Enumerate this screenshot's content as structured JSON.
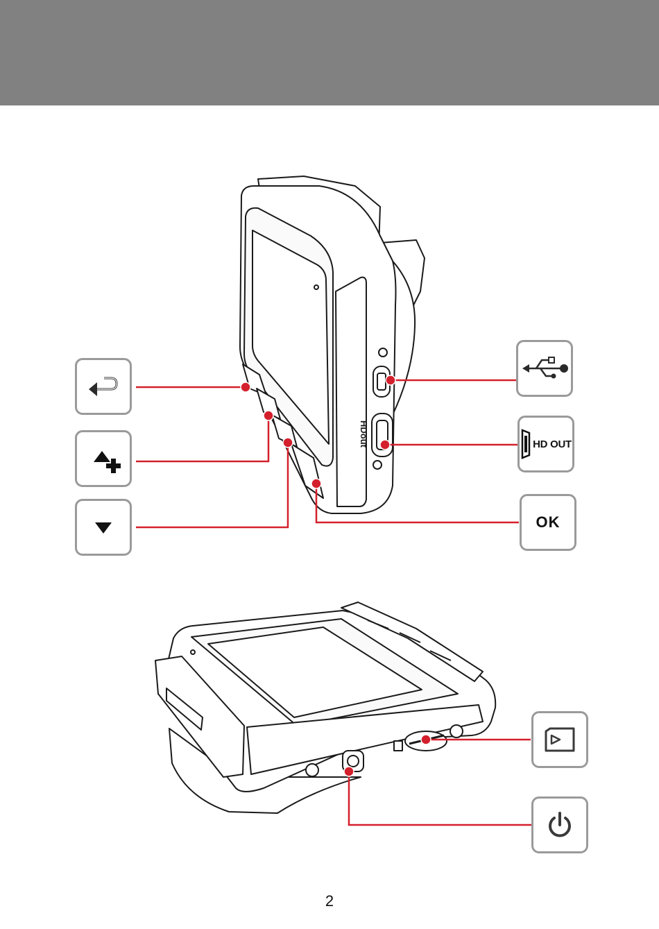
{
  "page": {
    "number": "2"
  },
  "keys": {
    "back": {
      "icon": "return-arrow-icon"
    },
    "up_zoom": {
      "icon": "up-triangle-plus-icon"
    },
    "down": {
      "icon": "down-triangle-icon"
    },
    "usb": {
      "icon": "usb-icon"
    },
    "hd_out": {
      "icon": "hdmi-port-icon",
      "label": "HD OUT"
    },
    "ok": {
      "label": "OK"
    },
    "sd_card": {
      "icon": "memory-card-icon"
    },
    "power": {
      "icon": "power-icon"
    }
  },
  "device": {
    "side_label": "HDout"
  },
  "colors": {
    "header_band": "#818181",
    "callout": "#d4202c",
    "key_border": "#9a9a9a",
    "outline": "#1a1a1a"
  }
}
